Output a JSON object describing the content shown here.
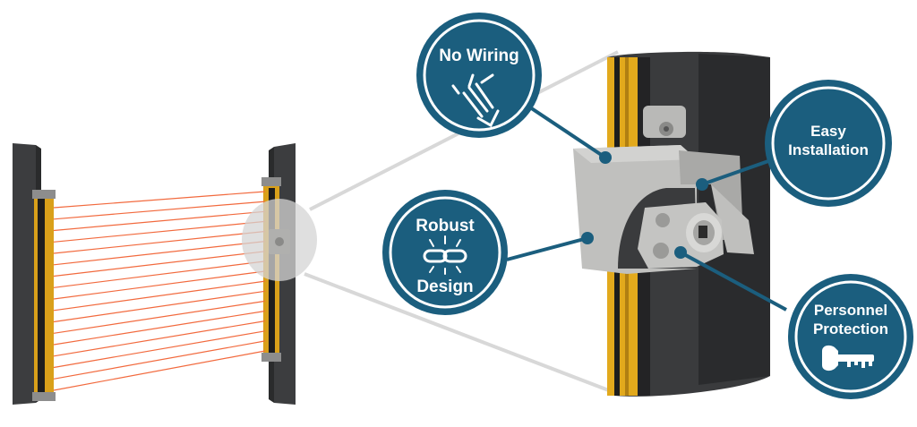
{
  "colors": {
    "badge_fill": "#1b5e7e",
    "badge_ring": "#1b5e7e",
    "badge_inner_ring": "#ffffff",
    "beam": "#f26a3e",
    "rail_yellow": "#e2a91c",
    "post_dark": "#3c3d3f",
    "bracket_gray": "#b8b8b6"
  },
  "badges": {
    "no_wiring": {
      "label": "No Wiring",
      "icon": "wire-bundle-icon"
    },
    "easy_installation": {
      "line1": "Easy",
      "line2": "Installation"
    },
    "robust_design": {
      "line1": "Robust",
      "line2": "Design",
      "icon": "chain-link-icon"
    },
    "personnel_protection": {
      "line1": "Personnel",
      "line2": "Protection",
      "icon": "key-icon"
    }
  },
  "illustration": {
    "subject": "light-curtain-with-mounting-bracket",
    "beam_count": 17
  }
}
